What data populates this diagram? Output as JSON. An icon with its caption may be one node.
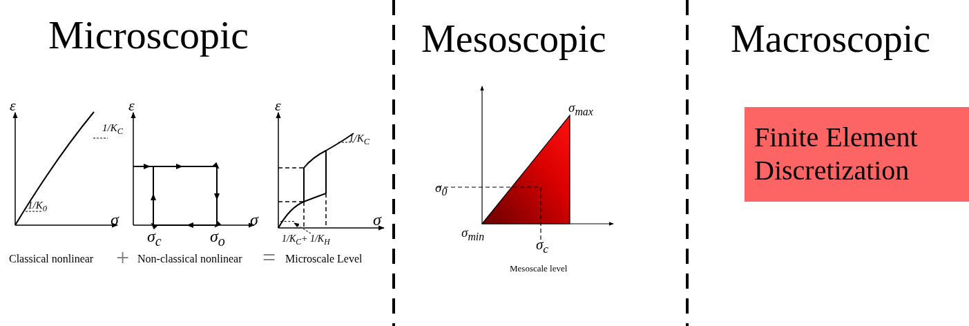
{
  "diagram": {
    "nodes": [
      {
        "text": [
          "Finite Element Discretization"
        ]
      },
      {
        "text": [
          "1/K$_{C}$+ 1/K$_{H}$"
        ]
      },
      {
        "text": [],
        "shape": "bar"
      }
    ],
    "edges": [
      {
        "from": 1,
        "to": 2,
        "arrow": "to",
        "style": "dashed"
      }
    ],
    "labels": [
      "Microscopic",
      "Mesoscopic",
      "Macroscopic",
      "ε",
      "1/K$_{C}$",
      "1/K$_{0}$",
      "σ",
      "ε",
      "σ",
      "σ$_{c}$",
      "σ$_{o}$",
      "ε",
      "1/K$_{C}$",
      "σ",
      "Classical nonlinear",
      "+",
      "Non-classical nonlinear",
      "=",
      "Microscale Level",
      "σ$_{max}$",
      "σ$_{0}$",
      "σ$_{min}$",
      "σ$_{c}$",
      "Mesoscale level"
    ]
  }
}
